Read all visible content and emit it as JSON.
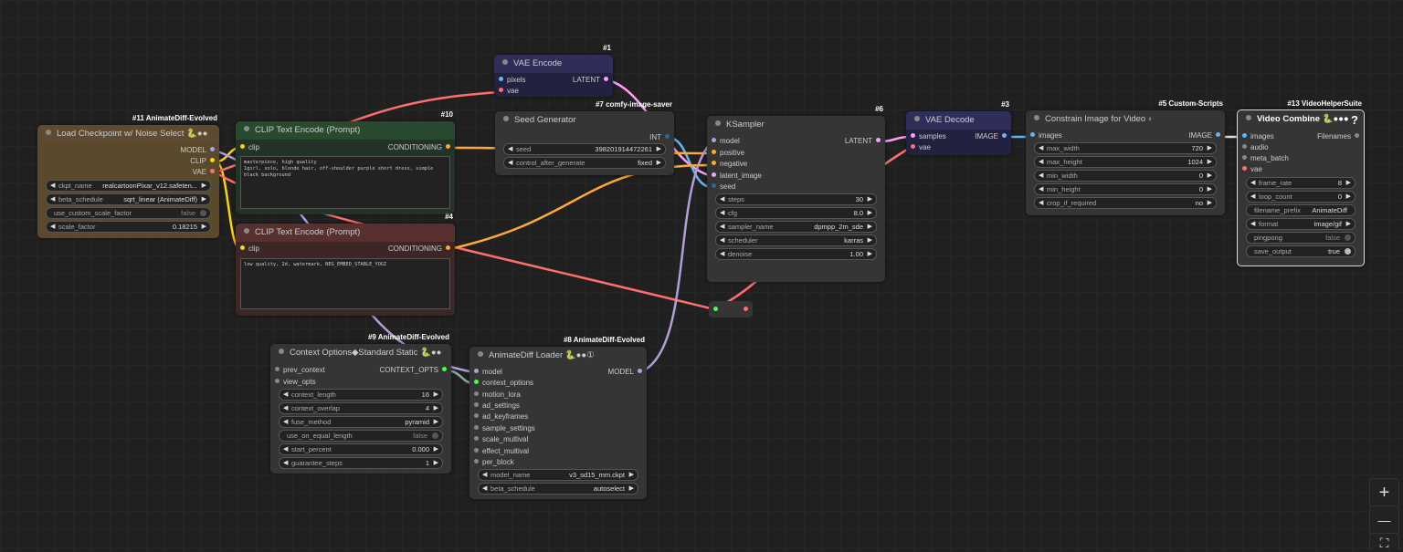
{
  "colors": {
    "model": "#b39ddb",
    "clip": "#ffd500",
    "vae": "#ff6e6e",
    "conditioning": "#ffa931",
    "latent": "#ff9cf9",
    "image": "#64b5f6",
    "int": "#29699c",
    "context_opts": "#49ff49",
    "loader_header": "#5e4a30",
    "loader_body": "#594a2c",
    "pos_header": "#2a4a30",
    "pos_body": "#233328",
    "neg_header": "#583030",
    "neg_body": "#3c2626",
    "vae_node_header": "#2e2e58",
    "vae_node_body": "#222240"
  },
  "nodes": {
    "vae_encode": {
      "badge": "#1",
      "title": "VAE Encode",
      "in_pixels": "pixels",
      "in_vae": "vae",
      "out_latent": "LATENT"
    },
    "seed_gen": {
      "badge": "#7 comfy-image-saver",
      "title": "Seed Generator",
      "out_int": "INT",
      "seed_label": "seed",
      "seed_value": "398201914472261",
      "cag_label": "control_after_generate",
      "cag_value": "fixed"
    },
    "ksampler": {
      "badge": "#6",
      "title": "KSampler",
      "inputs": [
        "model",
        "positive",
        "negative",
        "latent_image",
        "seed"
      ],
      "out_latent": "LATENT",
      "widgets": [
        {
          "label": "steps",
          "value": "30"
        },
        {
          "label": "cfg",
          "value": "8.0"
        },
        {
          "label": "sampler_name",
          "value": "dpmpp_2m_sde"
        },
        {
          "label": "scheduler",
          "value": "karras"
        },
        {
          "label": "denoise",
          "value": "1.00"
        }
      ]
    },
    "vae_decode": {
      "badge": "#3",
      "title": "VAE Decode",
      "in_samples": "samples",
      "in_vae": "vae",
      "out_image": "IMAGE"
    },
    "constrain": {
      "badge": "#5 Custom-Scripts",
      "title": "Constrain Image for Video",
      "in_images": "images",
      "out_image": "IMAGE",
      "widgets": [
        {
          "label": "max_width",
          "value": "720"
        },
        {
          "label": "max_height",
          "value": "1024"
        },
        {
          "label": "min_width",
          "value": "0"
        },
        {
          "label": "min_height",
          "value": "0"
        },
        {
          "label": "crop_if_required",
          "value": "no"
        }
      ]
    },
    "video_combine": {
      "badge": "#13 VideoHelperSuite",
      "title": "Video Combine",
      "title_icons": "🐍●●●",
      "help": "?",
      "inputs": [
        "images",
        "audio",
        "meta_batch",
        "vae"
      ],
      "out_filenames": "Filenames",
      "frame_rate_label": "frame_rate",
      "frame_rate_value": "8",
      "loop_count_label": "loop_count",
      "loop_count_value": "0",
      "prefix_label": "filename_prefix",
      "prefix_value": "AnimateDiff",
      "format_label": "format",
      "format_value": "image/gif",
      "pingpong_label": "pingpong",
      "pingpong_value": "false",
      "save_output_label": "save_output",
      "save_output_value": "true"
    },
    "load_checkpoint": {
      "badge": "#11 AnimateDiff-Evolved",
      "title": "Load Checkpoint w/ Noise Select",
      "title_icons": "🐍●●",
      "out_model": "MODEL",
      "out_clip": "CLIP",
      "out_vae": "VAE",
      "ckpt_label": "ckpt_name",
      "ckpt_value": "realcartoonPixar_v12.safeten...",
      "beta_label": "beta_schedule",
      "beta_value": "sqrt_linear (AnimateDiff)",
      "custom_label": "use_custom_scale_factor",
      "custom_value": "false",
      "scale_label": "scale_factor",
      "scale_value": "0.18215"
    },
    "clip_pos": {
      "badge": "#10",
      "title": "CLIP Text Encode (Prompt)",
      "in_clip": "clip",
      "out_cond": "CONDITIONING",
      "text": "masterpiece, high quality\n1girl, solo, blonde hair, off-shoulder purple short dress, simple black background"
    },
    "clip_neg": {
      "badge": "#4",
      "title": "CLIP Text Encode (Prompt)",
      "in_clip": "clip",
      "out_cond": "CONDITIONING",
      "text": "low quality, 2d, watermark, NEG_EMBED_STABLE_YOGI"
    },
    "context_options": {
      "badge": "#9 AnimateDiff-Evolved",
      "title": "Context Options◆Standard Static",
      "title_icons": "🐍●●",
      "in_prev": "prev_context",
      "in_view": "view_opts",
      "out_ctx": "CONTEXT_OPTS",
      "widgets": [
        {
          "label": "context_length",
          "value": "16"
        },
        {
          "label": "context_overlap",
          "value": "4"
        },
        {
          "label": "fuse_method",
          "value": "pyramid"
        },
        {
          "label": "use_on_equal_length",
          "value": "false",
          "toggle": true
        },
        {
          "label": "start_percent",
          "value": "0.000"
        },
        {
          "label": "guarantee_steps",
          "value": "1"
        }
      ]
    },
    "animatediff_loader": {
      "badge": "#8 AnimateDiff-Evolved",
      "title": "AnimateDiff Loader",
      "title_icons": "🐍●●①",
      "inputs": [
        "model",
        "context_options",
        "motion_lora",
        "ad_settings",
        "ad_keyframes",
        "sample_settings",
        "scale_multival",
        "effect_multival",
        "per_block"
      ],
      "out_model": "MODEL",
      "model_label": "model_name",
      "model_value": "v3_sd15_mm.ckpt",
      "beta_label": "beta_schedule",
      "beta_value": "autoselect"
    }
  },
  "canvas_controls": {
    "zoom_in": "+",
    "zoom_out": "—",
    "fit": "⛶"
  }
}
